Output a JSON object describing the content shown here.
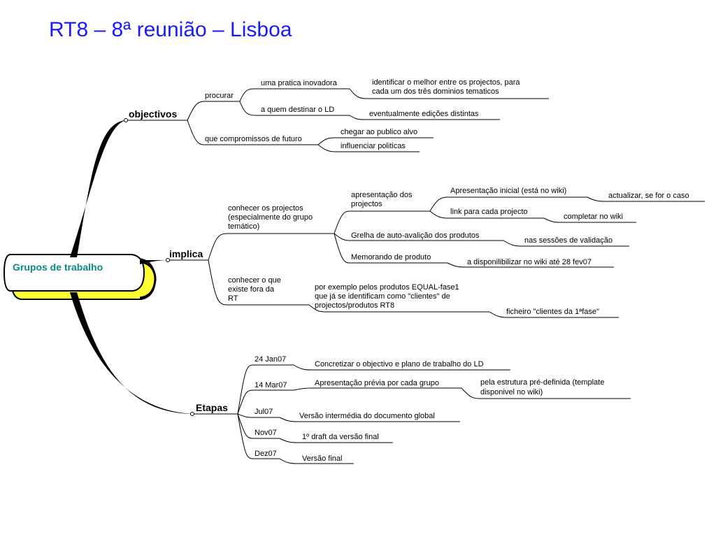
{
  "title": "RT8 – 8ª reunião – Lisboa",
  "central": "Grupos de trabalho",
  "colors": {
    "title": "#1a1aff",
    "central_text": "#0a8a86",
    "central_fill": "#ffff33",
    "lines": "#000000"
  },
  "branches": {
    "objectivos": {
      "label": "objectivos",
      "procurar": "procurar",
      "uma_pratica": "uma pratica inovadora",
      "identificar": [
        "identificar o melhor entre os projectos, para",
        "cada um dos três dominios tematicos"
      ],
      "a_quem": "a quem destinar o LD",
      "eventualmente": "eventualmente edições distintas",
      "compromissos": "que compromissos de futuro",
      "chegar": "chegar ao publico alvo",
      "influenciar": "influenciar politicas"
    },
    "implica": {
      "label": "implica",
      "conhecer_projectos": [
        "conhecer os projectos",
        "(especialmente do grupo",
        "temático)"
      ],
      "apresentacao_projectos": [
        "apresentação dos",
        "projectos"
      ],
      "apresentacao_inicial": "Apresentação inicial (está no wiki)",
      "actualizar": "actualizar, se for o caso",
      "link": "link para cada projecto",
      "completar": "completar no wiki",
      "grelha": "Grelha de  auto-avalição dos produtos",
      "nas_sessoes": "nas sessões de validação",
      "memorando": "Memorando de produto",
      "a_disponibilizar": "a disponilibilizar no wiki até 28 fev07",
      "conhecer_fora": [
        "conhecer o que",
        "existe fora da",
        "RT"
      ],
      "por_exemplo": [
        "por exemplo pelos produtos EQUAL-fase1",
        "que já se identificam como \"clientes\" de",
        "projectos/produtos RT8"
      ],
      "ficheiro": "ficheiro \"clientes da 1ªfase\""
    },
    "etapas": {
      "label": "Etapas",
      "items": [
        {
          "date": "24 Jan07",
          "text": "Concretizar o objectivo e plano de trabalho do LD"
        },
        {
          "date": "14 Mar07",
          "text": "Apresentação prévia por cada grupo",
          "extra": [
            "pela estrutura pré-definida (template",
            "disponivel no wiki)"
          ]
        },
        {
          "date": "Jul07",
          "text": "Versão intermédia do documento global"
        },
        {
          "date": "Nov07",
          "text": "1º draft da versão final"
        },
        {
          "date": "Dez07",
          "text": "Versão final"
        }
      ]
    }
  }
}
